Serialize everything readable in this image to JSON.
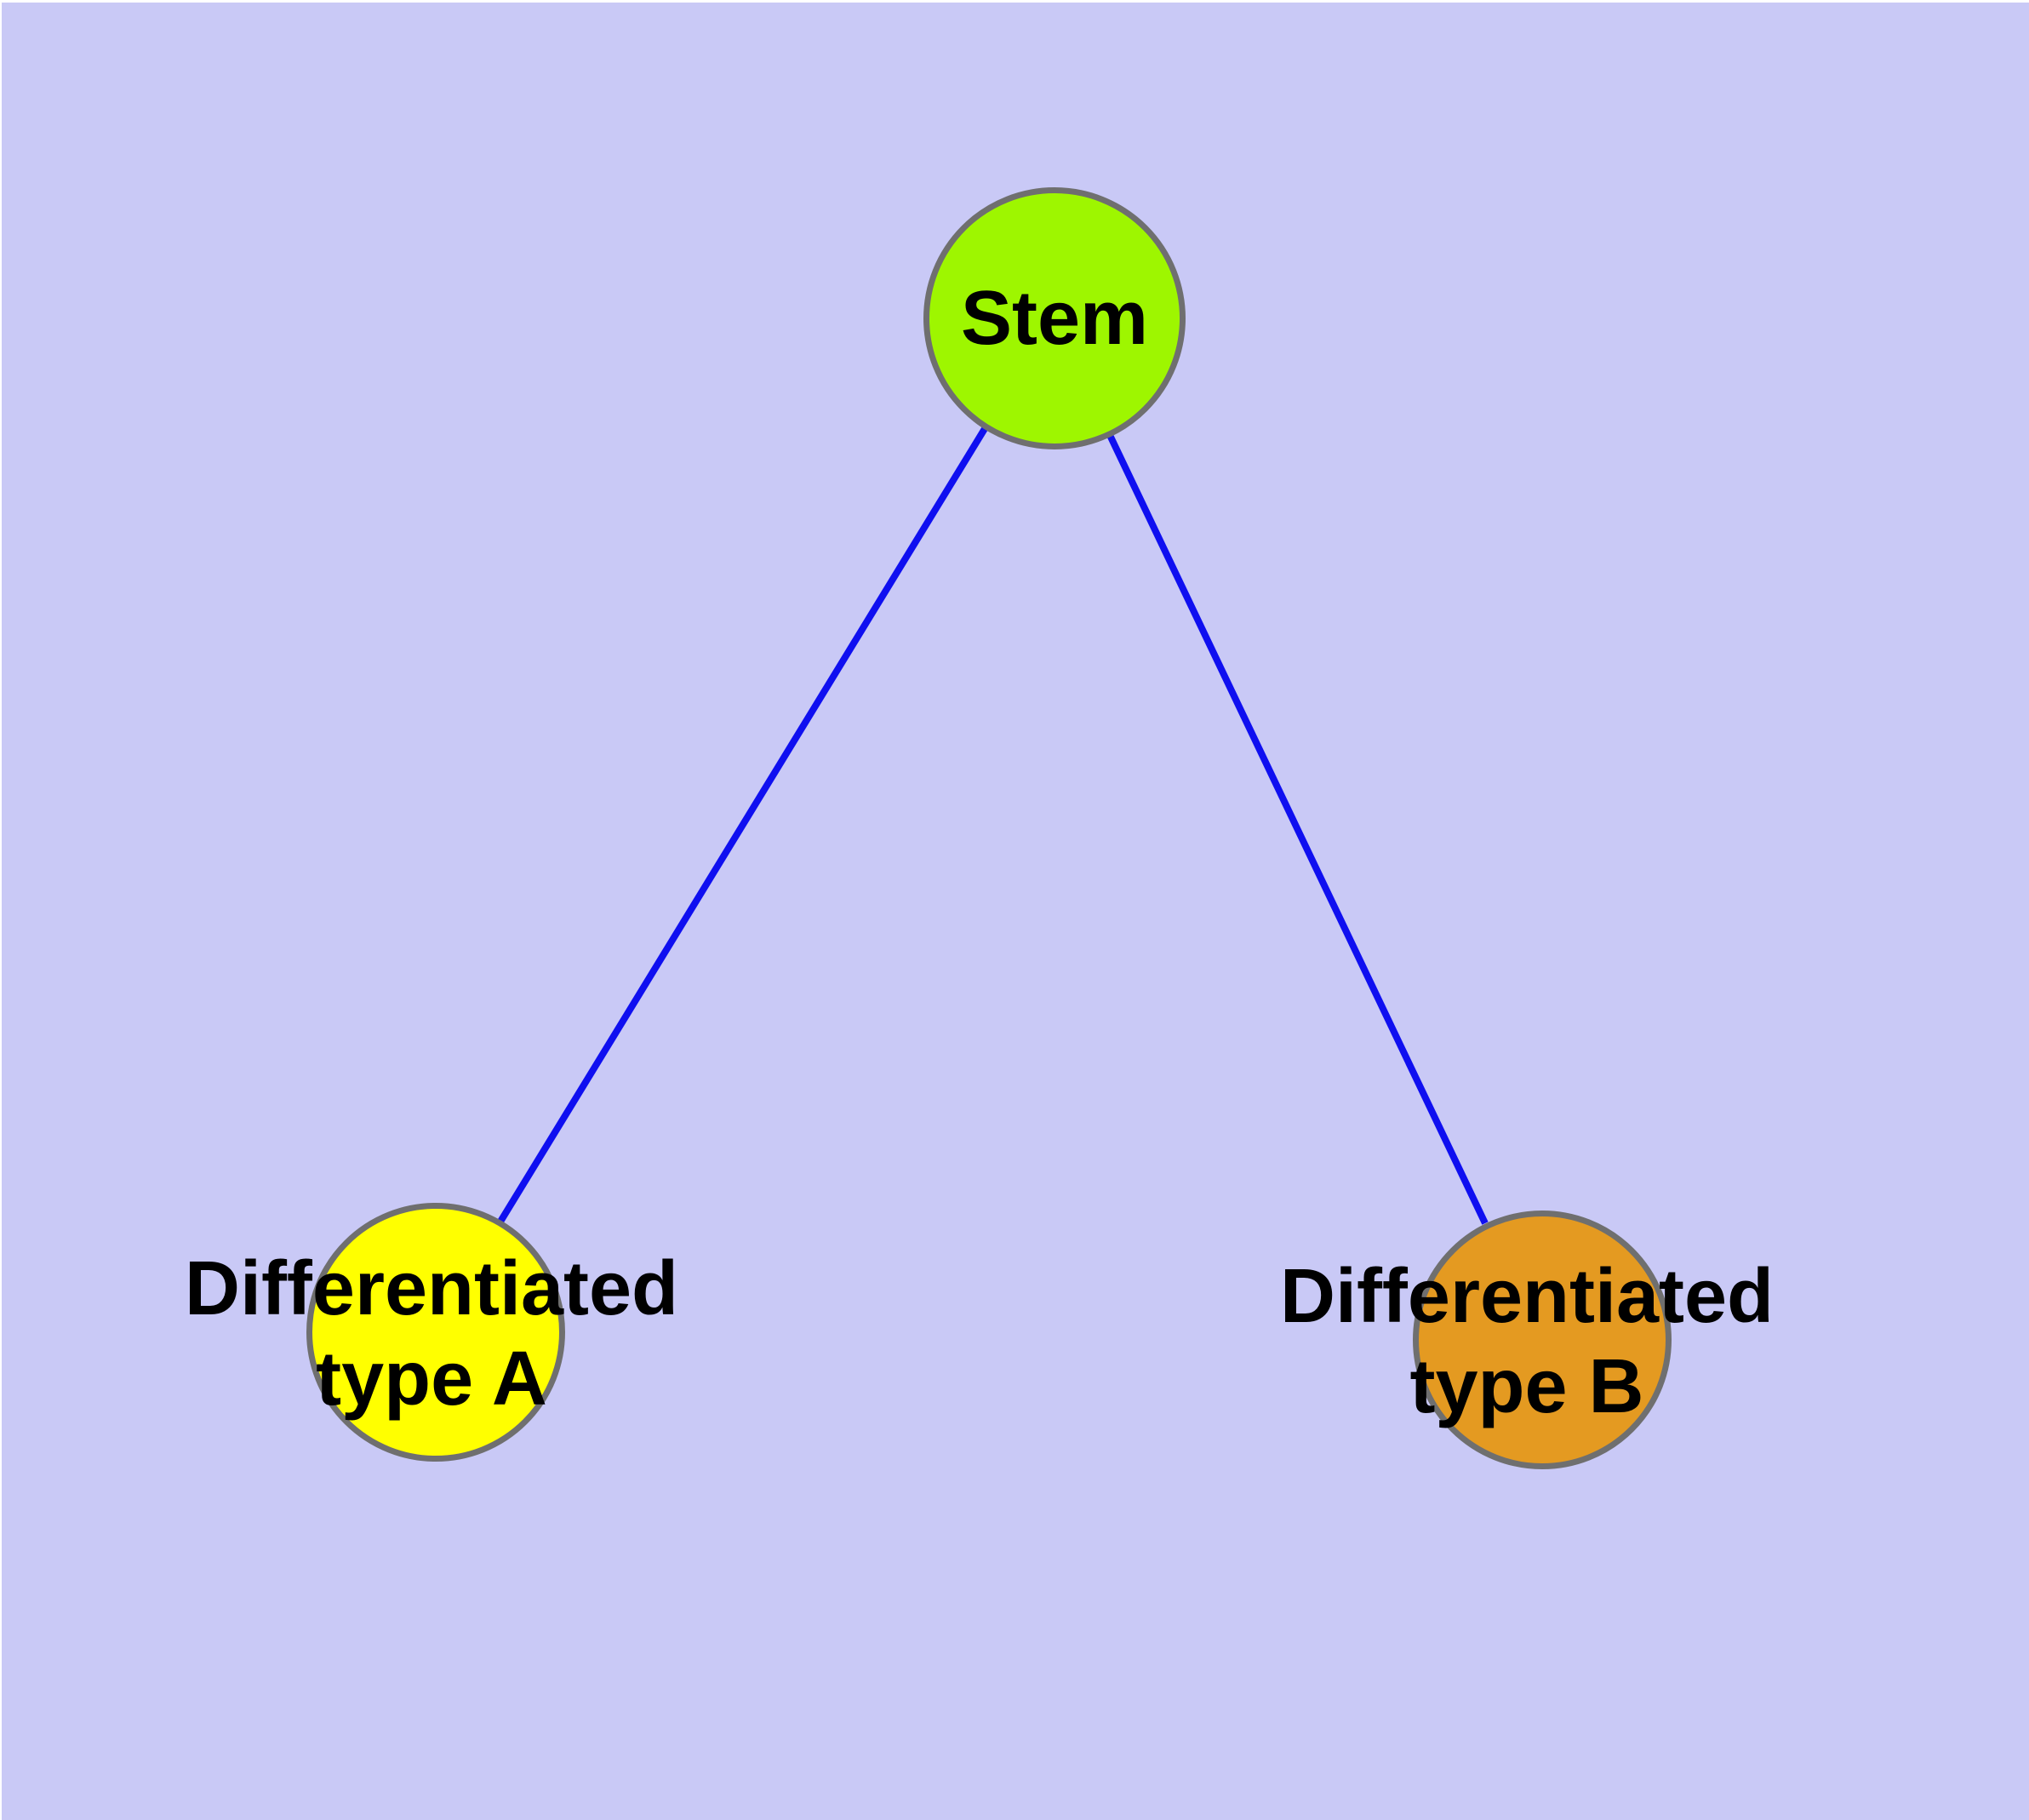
{
  "diagram": {
    "background_color": "#C9C9F6",
    "page_margin_color": "#FFFFFF",
    "edge_color": "#0F0FF0",
    "node_border_color": "#6F6F6F",
    "text_color": "#000000",
    "nodes": [
      {
        "id": "stem",
        "label": "Stem",
        "lines": [
          "Stem"
        ],
        "fill": "#9EF600"
      },
      {
        "id": "differentiated-type-a",
        "label": "Differentiated type A",
        "lines": [
          "Differentiated",
          "type A"
        ],
        "fill": "#FFFF00"
      },
      {
        "id": "differentiated-type-b",
        "label": "Differentiated type B",
        "lines": [
          "Differentiated",
          "type B"
        ],
        "fill": "#E49A21"
      }
    ],
    "edges": [
      {
        "from": "Stem",
        "to": "Differentiated type A"
      },
      {
        "from": "Stem",
        "to": "Differentiated type B"
      }
    ]
  }
}
